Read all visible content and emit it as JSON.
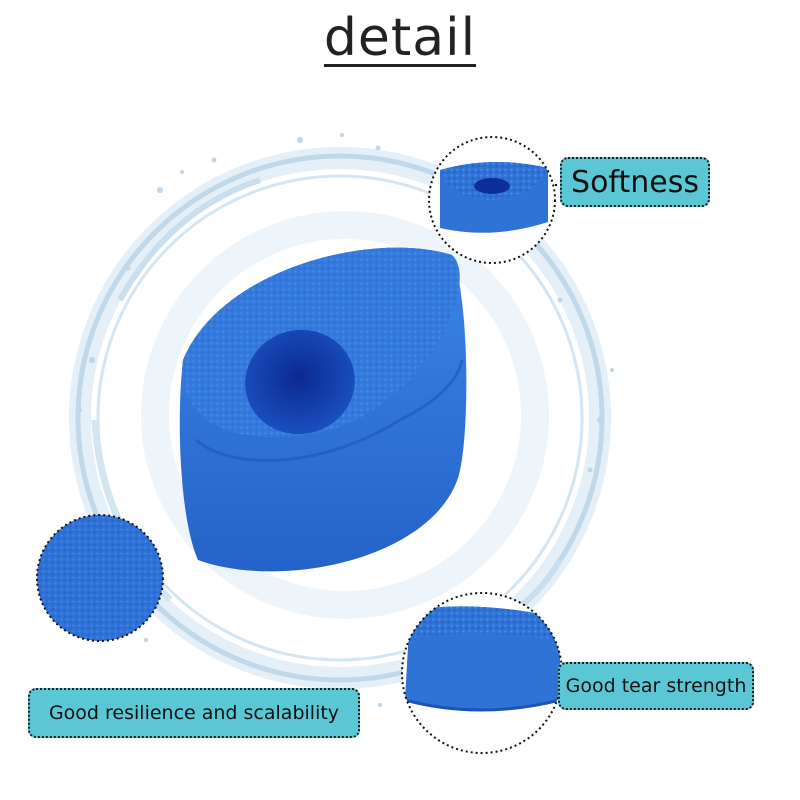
{
  "title": "detail",
  "labels": {
    "softness": "Softness",
    "tear_strength": "Good tear strength",
    "resilience": "Good resilience and scalability"
  },
  "colors": {
    "foam_blue": "#2f73d6",
    "label_bg": "#5cc7d4",
    "water": "#bfd8ea"
  }
}
